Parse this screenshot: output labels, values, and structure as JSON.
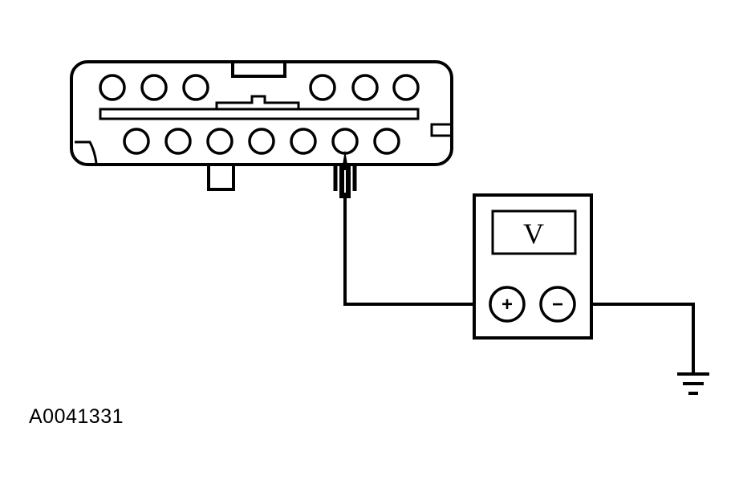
{
  "figure": {
    "id": "A0041331"
  },
  "meter": {
    "display": "V",
    "positive_terminal": "+",
    "negative_terminal": "−"
  },
  "connector": {
    "upper_pins": 6,
    "lower_pins": 7
  },
  "colors": {
    "stroke": "#000000",
    "background": "#ffffff"
  },
  "icons": [
    "ground-symbol-icon",
    "probe-tip-icon"
  ]
}
